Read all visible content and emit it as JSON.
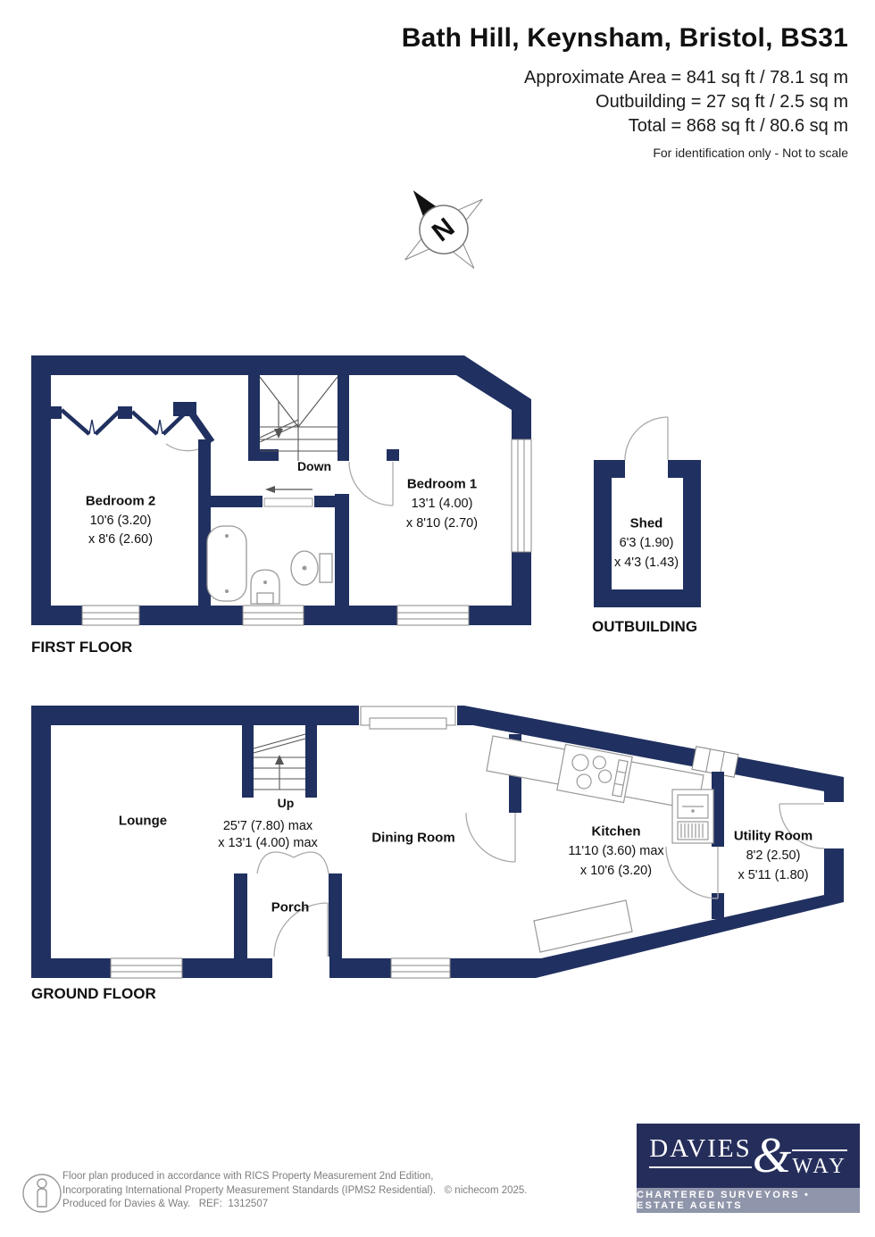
{
  "header": {
    "title": "Bath Hill, Keynsham, Bristol, BS31",
    "area_line1": "Approximate Area = 841 sq ft / 78.1 sq m",
    "area_line2": "Outbuilding = 27 sq ft / 2.5 sq m",
    "area_line3": "Total = 868 sq ft / 80.6 sq m",
    "disclaimer": "For identification only - Not to scale"
  },
  "compass": {
    "north_label": "N"
  },
  "first_floor": {
    "label": "FIRST FLOOR",
    "stairs_label": "Down",
    "bedroom2": {
      "name": "Bedroom 2",
      "dim1": "10'6 (3.20)",
      "dim2": "x 8'6 (2.60)"
    },
    "bedroom1": {
      "name": "Bedroom 1",
      "dim1": "13'1 (4.00)",
      "dim2": "x 8'10 (2.70)"
    }
  },
  "outbuilding": {
    "label": "OUTBUILDING",
    "shed": {
      "name": "Shed",
      "dim1": "6'3 (1.90)",
      "dim2": "x 4'3 (1.43)"
    }
  },
  "ground_floor": {
    "label": "GROUND FLOOR",
    "stairs_label": "Up",
    "lounge": {
      "name": "Lounge"
    },
    "overall_dims": {
      "dim1": "25'7 (7.80) max",
      "dim2": "x 13'1 (4.00) max"
    },
    "porch": {
      "name": "Porch"
    },
    "dining": {
      "name": "Dining Room"
    },
    "kitchen": {
      "name": "Kitchen",
      "dim1": "11'10 (3.60) max",
      "dim2": "x 10'6 (3.20)"
    },
    "utility": {
      "name": "Utility Room",
      "dim1": "8'2 (2.50)",
      "dim2": "x 5'11 (1.80)"
    }
  },
  "footer": {
    "line1": "Floor plan produced in accordance with RICS Property Measurement 2nd Edition,",
    "line2": "Incorporating International Property Measurement Standards (IPMS2 Residential).",
    "copyright": "© nichecom 2025.",
    "line3": "Produced for Davies & Way.   REF:  1312507"
  },
  "logo": {
    "name_part1": "DAVIES",
    "amp": "&",
    "name_part2": "WAY",
    "tagline": "CHARTERED SURVEYORS • ESTATE AGENTS"
  },
  "colors": {
    "wall_navy": "#203060",
    "logo_navy": "#252e5b",
    "logo_grey": "#8f95aa"
  }
}
